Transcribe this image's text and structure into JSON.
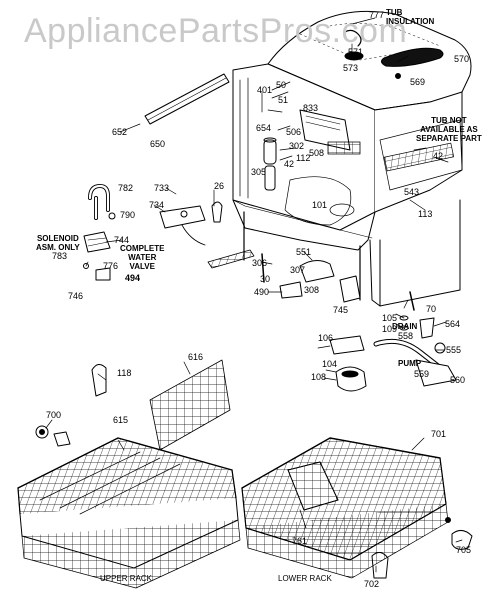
{
  "watermark": "AppliancePartsPros.com",
  "notes": {
    "tub_insulation": [
      "TUB",
      "INSULATION"
    ],
    "tub_not_available": [
      "TUB NOT",
      "AVAILABLE AS",
      "SEPARATE PART"
    ],
    "solenoid": [
      "SOLENOID",
      "ASM. ONLY"
    ],
    "complete_valve": [
      "COMPLETE",
      "WATER",
      "VALVE"
    ],
    "drain": "DRAIN",
    "pump": "PUMP",
    "upper_rack": "UPPER RACK",
    "lower_rack": "LOWER RACK"
  },
  "labels": [
    {
      "id": "777",
      "text": "777"
    },
    {
      "id": "571",
      "text": "571"
    },
    {
      "id": "573",
      "text": "573"
    },
    {
      "id": "570",
      "text": "570"
    },
    {
      "id": "569",
      "text": "569"
    },
    {
      "id": "401",
      "text": "401"
    },
    {
      "id": "50",
      "text": "50"
    },
    {
      "id": "51",
      "text": "51"
    },
    {
      "id": "833",
      "text": "833"
    },
    {
      "id": "654",
      "text": "654"
    },
    {
      "id": "506",
      "text": "506"
    },
    {
      "id": "302",
      "text": "302"
    },
    {
      "id": "42a",
      "text": "42"
    },
    {
      "id": "508",
      "text": "508"
    },
    {
      "id": "112",
      "text": "112"
    },
    {
      "id": "42b",
      "text": "42"
    },
    {
      "id": "305",
      "text": "305"
    },
    {
      "id": "543",
      "text": "543"
    },
    {
      "id": "113",
      "text": "113"
    },
    {
      "id": "652",
      "text": "652"
    },
    {
      "id": "650",
      "text": "650"
    },
    {
      "id": "782",
      "text": "782"
    },
    {
      "id": "790",
      "text": "790"
    },
    {
      "id": "733",
      "text": "733"
    },
    {
      "id": "26",
      "text": "26"
    },
    {
      "id": "734",
      "text": "734"
    },
    {
      "id": "744",
      "text": "744"
    },
    {
      "id": "783",
      "text": "783"
    },
    {
      "id": "776",
      "text": "776"
    },
    {
      "id": "494",
      "text": "494"
    },
    {
      "id": "746",
      "text": "746"
    },
    {
      "id": "101",
      "text": "101"
    },
    {
      "id": "551",
      "text": "551"
    },
    {
      "id": "306",
      "text": "306"
    },
    {
      "id": "307",
      "text": "307"
    },
    {
      "id": "30",
      "text": "30"
    },
    {
      "id": "490",
      "text": "490"
    },
    {
      "id": "308",
      "text": "308"
    },
    {
      "id": "745",
      "text": "745"
    },
    {
      "id": "70",
      "text": "70"
    },
    {
      "id": "105",
      "text": "105"
    },
    {
      "id": "109",
      "text": "109"
    },
    {
      "id": "564",
      "text": "564"
    },
    {
      "id": "558",
      "text": "558"
    },
    {
      "id": "555",
      "text": "555"
    },
    {
      "id": "106",
      "text": "106"
    },
    {
      "id": "104",
      "text": "104"
    },
    {
      "id": "108",
      "text": "108"
    },
    {
      "id": "559",
      "text": "559"
    },
    {
      "id": "560",
      "text": "560"
    },
    {
      "id": "616",
      "text": "616"
    },
    {
      "id": "118",
      "text": "118"
    },
    {
      "id": "700",
      "text": "700"
    },
    {
      "id": "615",
      "text": "615"
    },
    {
      "id": "701",
      "text": "701"
    },
    {
      "id": "761",
      "text": "761"
    },
    {
      "id": "705",
      "text": "705"
    },
    {
      "id": "702",
      "text": "702"
    }
  ]
}
